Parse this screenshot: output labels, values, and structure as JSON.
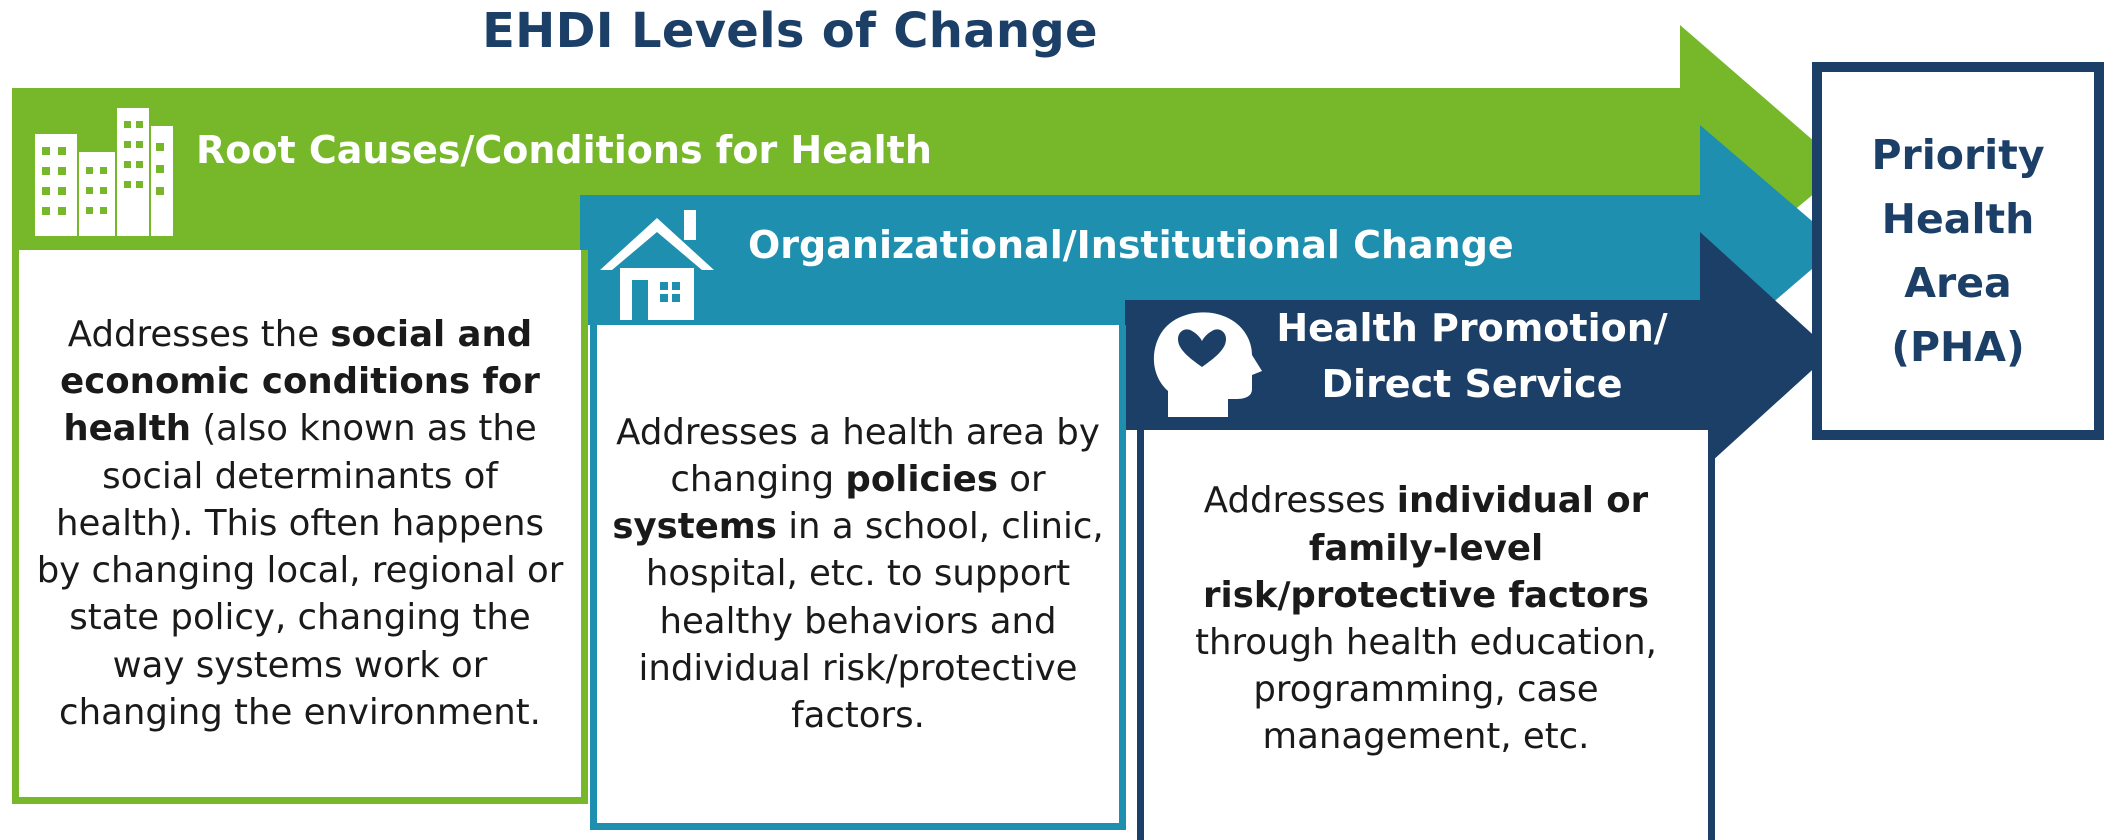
{
  "title": "EHDI Levels of Change",
  "colors": {
    "green": "#76b82a",
    "teal": "#1e8fae",
    "navy": "#1b3f66",
    "text": "#1a1a1a"
  },
  "levels": [
    {
      "label": "Root Causes/Conditions for Health",
      "icon": "city-buildings-icon",
      "description": {
        "pre": "Addresses the ",
        "bold": "social and economic conditions for health",
        "post": " (also known as the social determinants of health). This often happens by changing local, regional or state policy, changing the way systems work or changing the environment."
      }
    },
    {
      "label": "Organizational/Institutional Change",
      "icon": "house-icon",
      "description": {
        "pre": "Addresses a health area by changing ",
        "bold1": "policies",
        "mid": " or ",
        "bold2": "systems",
        "post": " in a school, clinic, hospital, etc. to support healthy behaviors and individual risk/protective factors."
      }
    },
    {
      "label_line1": "Health Promotion/",
      "label_line2": "Direct Service",
      "icon": "head-heart-icon",
      "description": {
        "pre": "Addresses ",
        "bold": "individual or family-level risk/protective factors",
        "post": " through health education, programming, case management, etc."
      }
    }
  ],
  "target": {
    "lines": [
      "Priority",
      "Health",
      "Area",
      "(PHA)"
    ]
  }
}
